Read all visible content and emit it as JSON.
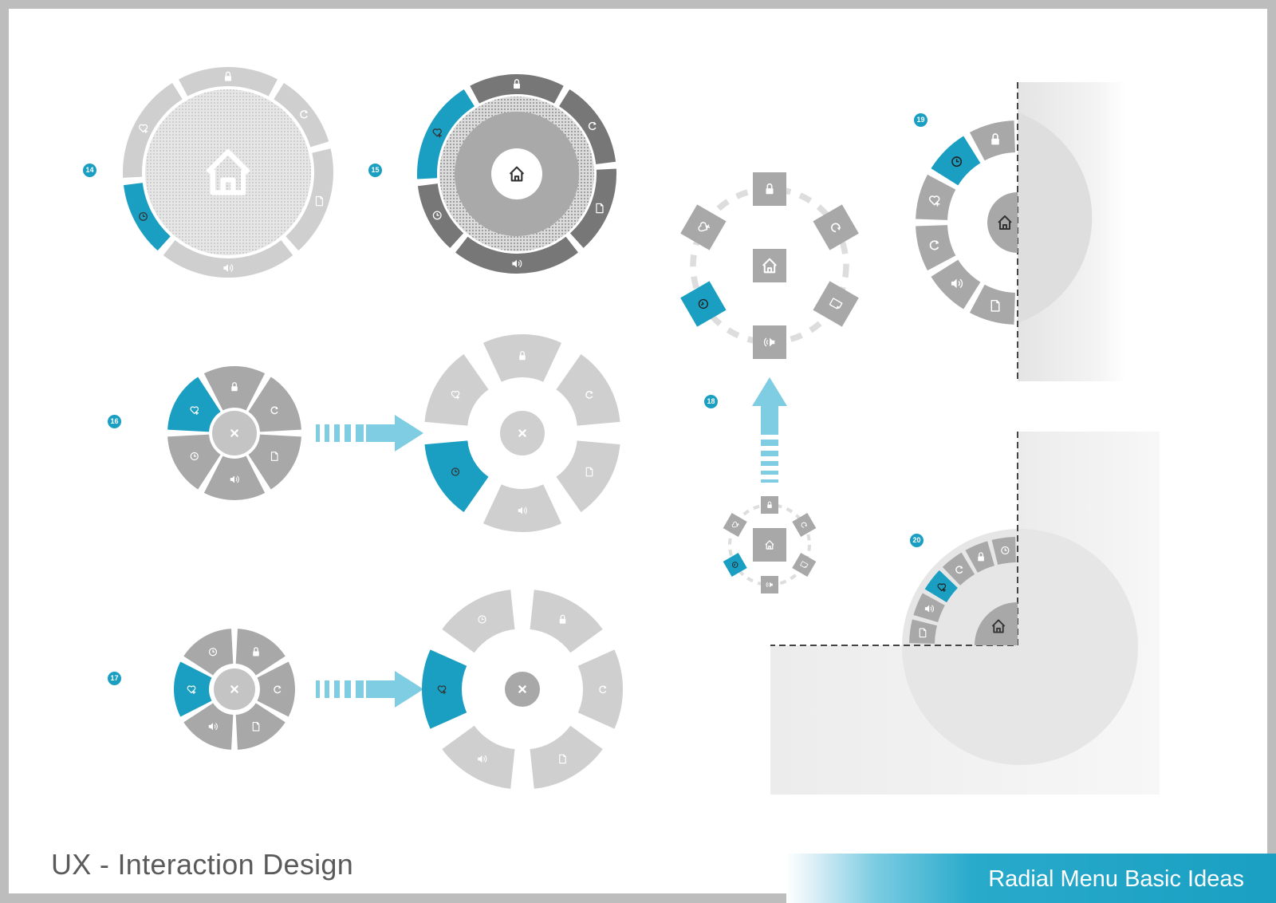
{
  "title": "UX - Interaction Design",
  "subtitle": "Radial Menu Basic Ideas",
  "colors": {
    "accent": "#1a9fc2",
    "segment_gray": "#a8a8a8",
    "segment_dark": "#777777",
    "segment_light": "#cfcfcf",
    "arrow": "#7ecde3"
  },
  "variants": [
    {
      "number": "14"
    },
    {
      "number": "15"
    },
    {
      "number": "16"
    },
    {
      "number": "17"
    },
    {
      "number": "18"
    },
    {
      "number": "19"
    },
    {
      "number": "20"
    }
  ],
  "icons": [
    "lock-icon",
    "refresh-icon",
    "document-icon",
    "volume-icon",
    "clock-icon",
    "heart-plus-icon",
    "home-icon",
    "close-icon"
  ]
}
